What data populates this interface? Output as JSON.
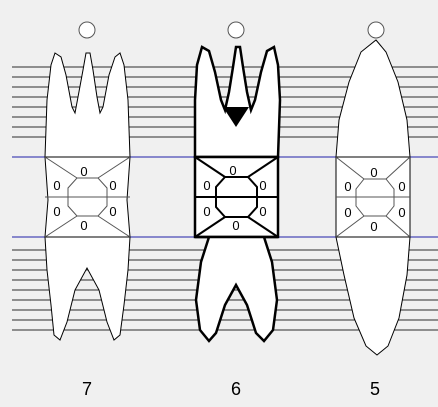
{
  "chart": {
    "teeth": [
      {
        "number": "7",
        "selected": false,
        "marker": false,
        "surfaces": {
          "top": "0",
          "left_top": "0",
          "right_top": "0",
          "left_bottom": "0",
          "right_bottom": "0",
          "bottom": "0"
        }
      },
      {
        "number": "6",
        "selected": true,
        "marker": true,
        "surfaces": {
          "top": "0",
          "left_top": "0",
          "right_top": "0",
          "left_bottom": "0",
          "right_bottom": "0",
          "bottom": "0"
        }
      },
      {
        "number": "5",
        "selected": false,
        "marker": false,
        "surfaces": {
          "top": "0",
          "left_top": "0",
          "right_top": "0",
          "left_bottom": "0",
          "right_bottom": "0",
          "bottom": "0"
        }
      }
    ],
    "colors": {
      "background": "#f0f0f0",
      "gridline": "#2b2b2b",
      "band_line": "#1f1fa8",
      "tooth_fill": "#ffffff",
      "outline": "#000000"
    }
  }
}
